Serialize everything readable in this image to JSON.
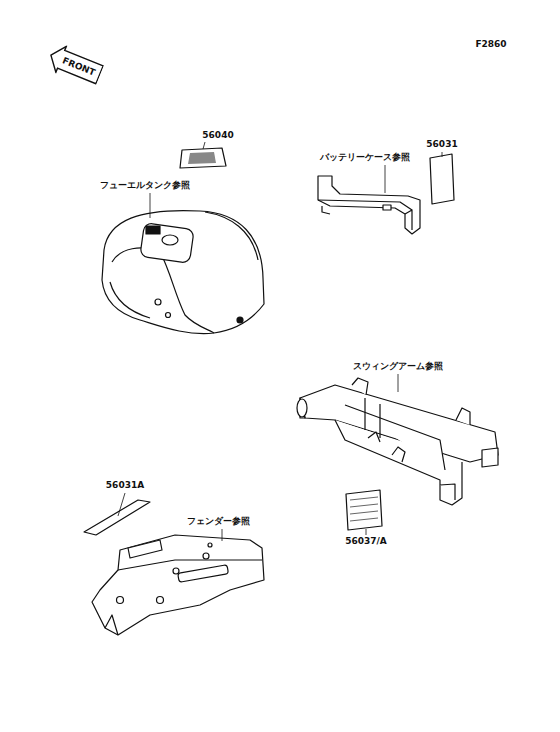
{
  "diagram": {
    "nodes": [
      {
        "text": [
          "FRONT"
        ]
      }
    ],
    "labels": [
      "F2860",
      "56040",
      "フューエルタンク参照",
      "56031",
      "バッテリーケース参照",
      "スウィングアーム参照",
      "56031A",
      "フェンダー参照",
      "56037/A"
    ]
  }
}
